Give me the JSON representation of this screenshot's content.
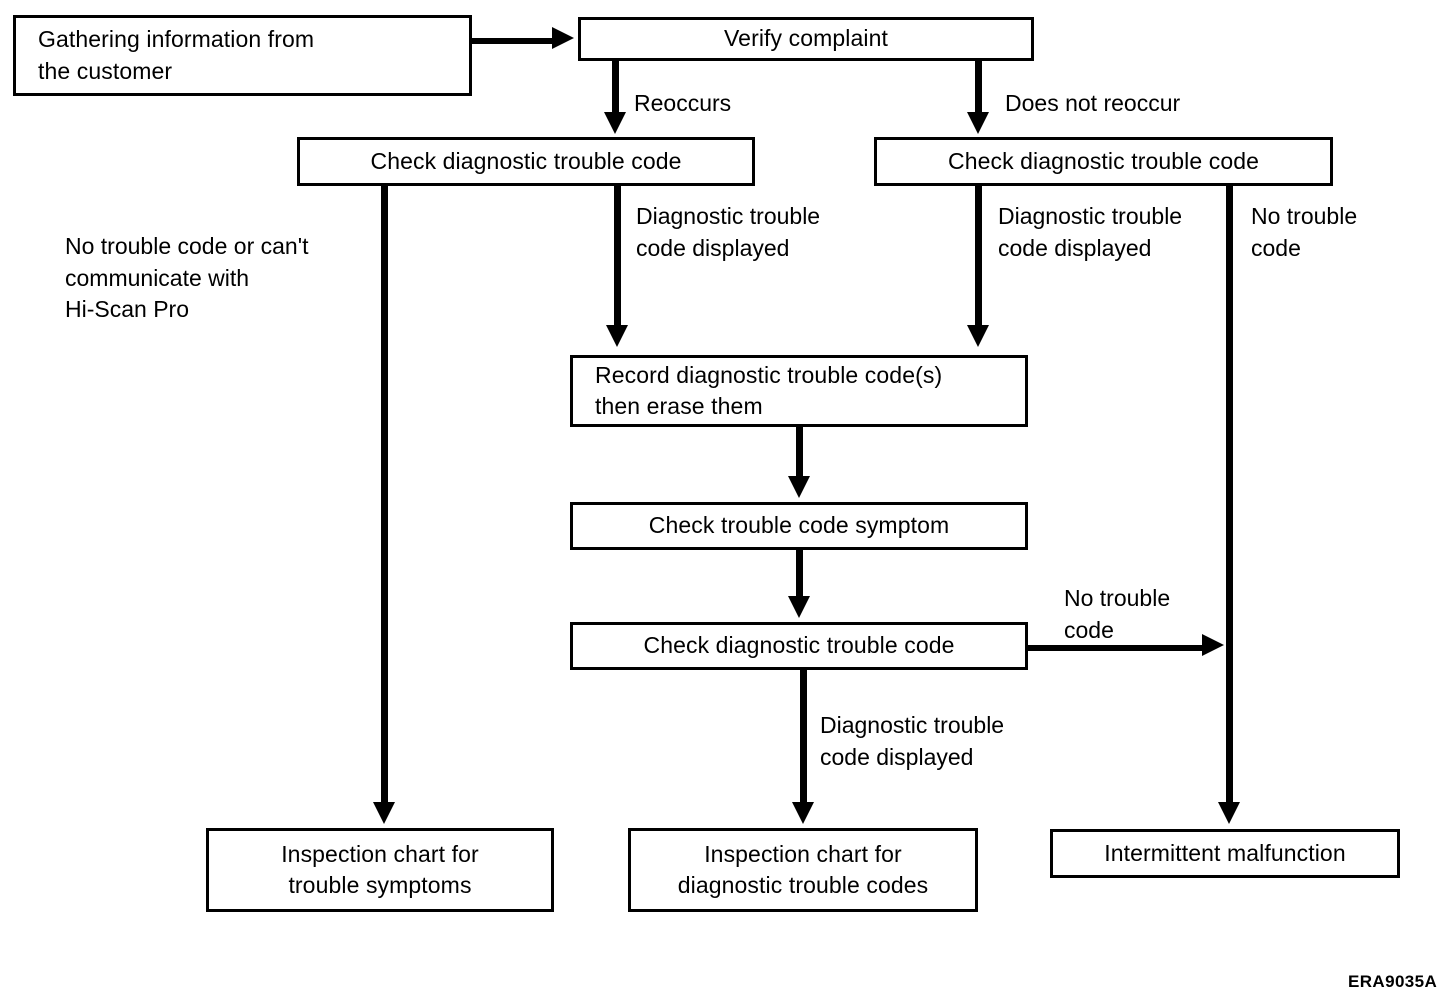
{
  "figure": {
    "id_label": "ERA9035A",
    "nodes": {
      "gathering_info": "Gathering information from\nthe customer",
      "verify_complaint": "Verify complaint",
      "check_dtc_left": "Check diagnostic trouble code",
      "check_dtc_right": "Check diagnostic trouble code",
      "record_erase": "Record diagnostic trouble code(s)\nthen erase them",
      "check_symptom": "Check trouble code symptom",
      "check_dtc_mid": "Check diagnostic trouble code",
      "chart_symptoms": "Inspection chart for\ntrouble symptoms",
      "chart_dtc": "Inspection chart for\ndiagnostic trouble codes",
      "intermittent": "Intermittent malfunction"
    },
    "edge_labels": {
      "reoccurs": "Reoccurs",
      "does_not_reoccur": "Does not reoccur",
      "no_code_or_cant_communicate": "No trouble code or can't\ncommunicate with\nHi-Scan Pro",
      "dtc_displayed_left": "Diagnostic trouble\ncode displayed",
      "dtc_displayed_right": "Diagnostic trouble\ncode displayed",
      "no_trouble_code_right": "No trouble\ncode",
      "no_trouble_code_mid": "No trouble\ncode",
      "dtc_displayed_bottom": "Diagnostic trouble\ncode displayed"
    }
  }
}
